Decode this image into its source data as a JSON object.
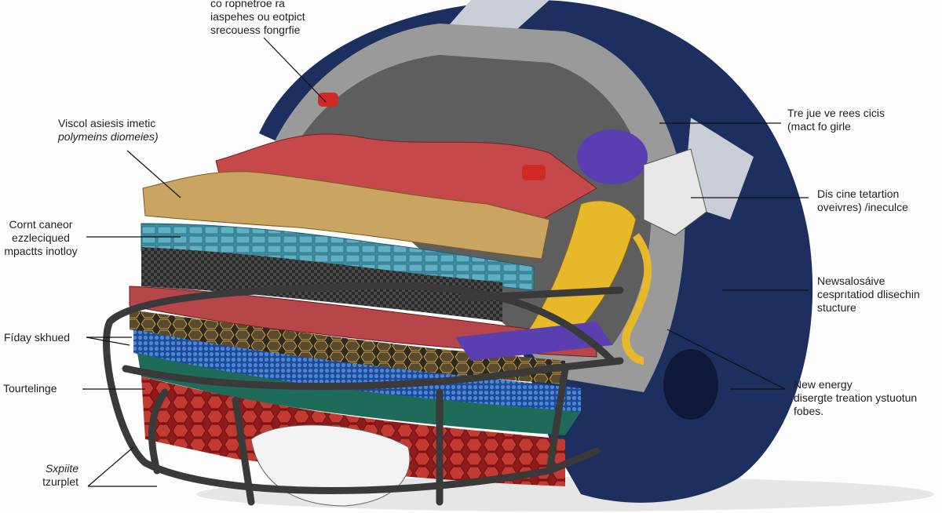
{
  "labels": {
    "top": [
      "co ropnetroe ra",
      "iaspehes ou eotpict",
      "srecouess fongrfie"
    ],
    "viscoelastic": [
      "Viscol asiesis imetic",
      "polymeins diomeies)"
    ],
    "corner": [
      "Cornt caneor",
      "ezzleciqued",
      "mpactts inotloy"
    ],
    "fiday": [
      "Fíday skhued"
    ],
    "tourtelinge": [
      "Tourtelinge"
    ],
    "sxpiite": [
      "Sxpiite",
      "tzurplet"
    ],
    "trejue": [
      "Tre jue ve rees cicis",
      "(mact fo girle"
    ],
    "discine": [
      "Dis cine tetartion",
      "oveivres) /ineculce"
    ],
    "newsalosive": [
      "Newsalosáive",
      "cesprıtatiod dlisechin",
      "stucture"
    ],
    "newenergy": [
      "New energy",
      "disergte treation ystuotun",
      "fobes."
    ]
  },
  "colors": {
    "shell": "#1d2f5e",
    "stripe": "#c9ced6",
    "inner": "#8a8a8a",
    "red_layer": "#c5484a",
    "tan_layer": "#c9a561",
    "teal_layer": "#3f8fa3",
    "carbon": "#2c2c2c",
    "blue_beads": "#2e62b8",
    "yellow_lattice": "#e7b92a",
    "purple": "#5a3fb0",
    "mask": "#3a3a3a"
  }
}
